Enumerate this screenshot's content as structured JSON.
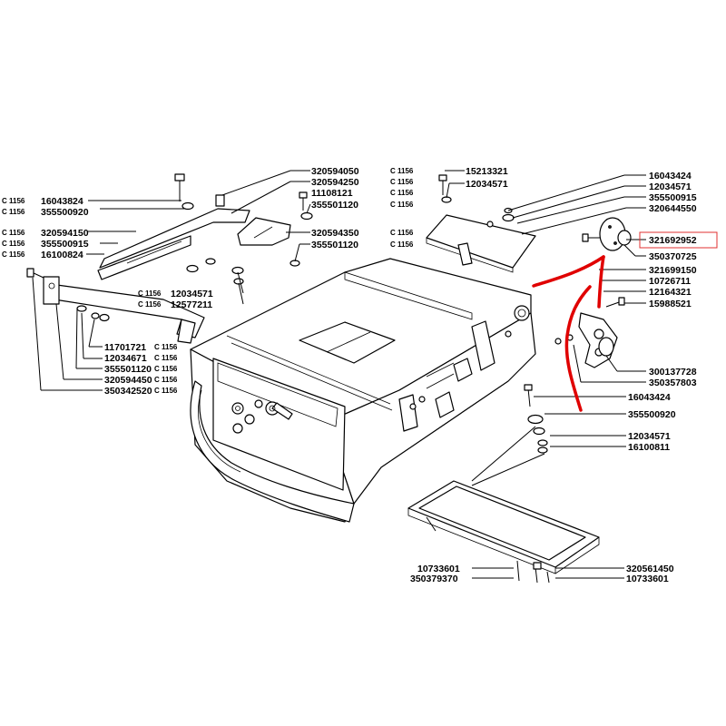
{
  "callouts_left": {
    "c1": {
      "prefix": "C 1156",
      "part": "16043824"
    },
    "c2": {
      "prefix": "C 1156",
      "part": "355500920"
    },
    "c3": {
      "prefix": "C 1156",
      "part": "320594150"
    },
    "c4": {
      "prefix": "C 1156",
      "part": "355500915"
    },
    "c5": {
      "prefix": "C 1156",
      "part": "16100824"
    },
    "c6": {
      "prefix": "C 1156",
      "part": "12034571"
    },
    "c7": {
      "prefix": "C 1156",
      "part": "12577211"
    },
    "c8": {
      "part": "11701721",
      "suffix": "C 1156"
    },
    "c9": {
      "part": "12034671",
      "suffix": "C 1156"
    },
    "c10": {
      "part": "355501120",
      "suffix": "C 1156"
    },
    "c11": {
      "part": "320594450",
      "suffix": "C 1156"
    },
    "c12": {
      "part": "350342520",
      "suffix": "C 1156"
    }
  },
  "callouts_top": {
    "t1": {
      "part": "320594050",
      "suffix": "C 1156"
    },
    "t2": {
      "part": "320594250",
      "suffix": "C 1156"
    },
    "t3": {
      "part": "11108121",
      "suffix": "C 1156"
    },
    "t4": {
      "part": "355501120",
      "suffix": "C 1156"
    },
    "t5": {
      "part": "320594350",
      "suffix": "C 1156"
    },
    "t6": {
      "part": "355501120",
      "suffix": "C 1156"
    },
    "t7": {
      "part": "15213321"
    },
    "t8": {
      "part": "12034571"
    }
  },
  "callouts_right": {
    "r1": {
      "part": "16043424"
    },
    "r2": {
      "part": "12034571"
    },
    "r3": {
      "part": "355500915"
    },
    "r4": {
      "part": "320644550"
    },
    "r5": {
      "part": "321692952"
    },
    "r6": {
      "part": "350370725"
    },
    "r7": {
      "part": "321699150"
    },
    "r8": {
      "part": "10726711"
    },
    "r9": {
      "part": "12164321"
    },
    "r10": {
      "part": "15988521"
    },
    "r11": {
      "part": "300137728"
    },
    "r12": {
      "part": "350357803"
    },
    "r13": {
      "part": "16043424"
    },
    "r14": {
      "part": "355500920"
    },
    "r15": {
      "part": "12034571"
    },
    "r16": {
      "part": "16100811"
    }
  },
  "callouts_bottom": {
    "b1": {
      "part": "10733601"
    },
    "b2": {
      "part": "350379370"
    },
    "b3": {
      "part": "320561450"
    },
    "b4": {
      "part": "10733601"
    }
  },
  "highlight": {
    "part": "321692952",
    "color": "#e00000"
  }
}
